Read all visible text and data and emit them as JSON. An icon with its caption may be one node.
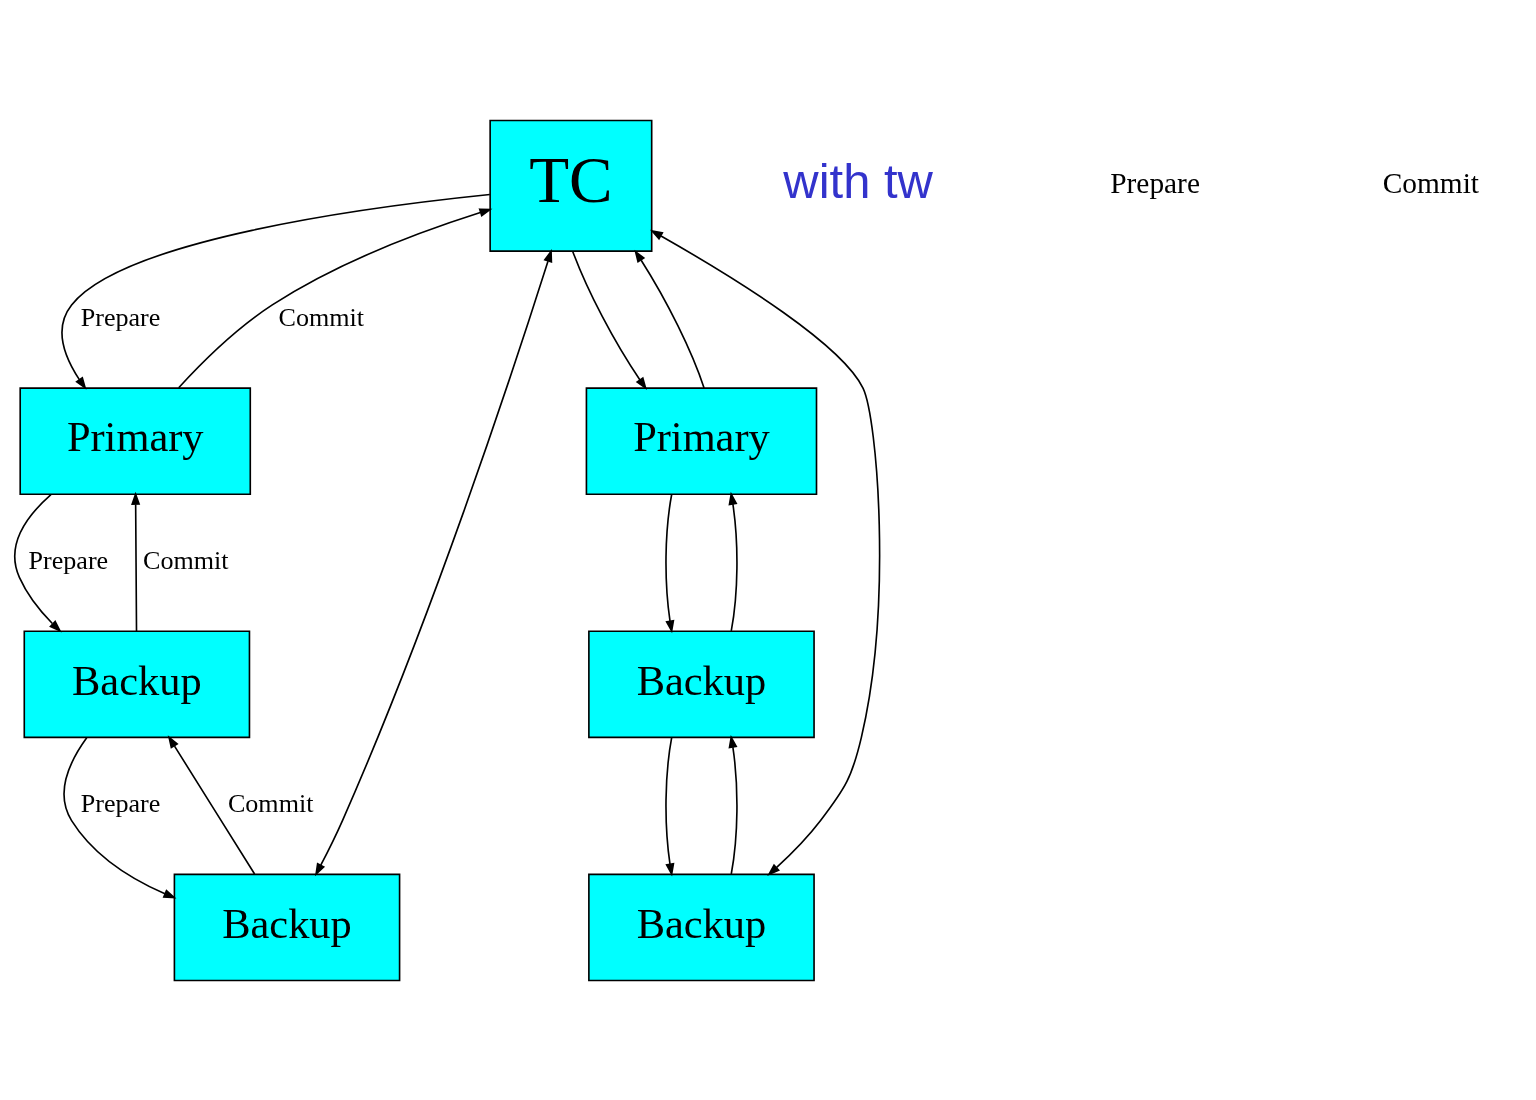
{
  "diagram": {
    "nodes": [
      {
        "text": [
          "TC"
        ]
      },
      {
        "text": [
          "Primary"
        ]
      },
      {
        "text": [
          "Backup"
        ]
      },
      {
        "text": [
          "Backup"
        ]
      },
      {
        "text": [
          "Primary"
        ]
      },
      {
        "text": [
          "Backup"
        ]
      },
      {
        "text": [
          "Backup"
        ]
      }
    ],
    "edges": [
      {
        "from": 0,
        "to": 1,
        "arrow": "to",
        "label": "Prepare"
      },
      {
        "from": 1,
        "to": 0,
        "arrow": "to",
        "label": "Commit"
      },
      {
        "from": 0,
        "to": 3,
        "arrow": "both"
      },
      {
        "from": 0,
        "to": 4,
        "arrow": "to"
      },
      {
        "from": 4,
        "to": 0,
        "arrow": "to"
      },
      {
        "from": 0,
        "to": 6,
        "arrow": "both"
      },
      {
        "from": 1,
        "to": 2,
        "arrow": "to",
        "label": "Prepare"
      },
      {
        "from": 2,
        "to": 1,
        "arrow": "to",
        "label": "Commit"
      },
      {
        "from": 2,
        "to": 3,
        "arrow": "to",
        "label": "Prepare"
      },
      {
        "from": 3,
        "to": 2,
        "arrow": "to",
        "label": "Commit"
      },
      {
        "from": 4,
        "to": 5,
        "arrow": "to"
      },
      {
        "from": 5,
        "to": 4,
        "arrow": "to"
      },
      {
        "from": 5,
        "to": 6,
        "arrow": "to"
      },
      {
        "from": 6,
        "to": 5,
        "arrow": "to"
      }
    ],
    "labels": [
      "with tw",
      "Prepare",
      "Commit"
    ]
  }
}
